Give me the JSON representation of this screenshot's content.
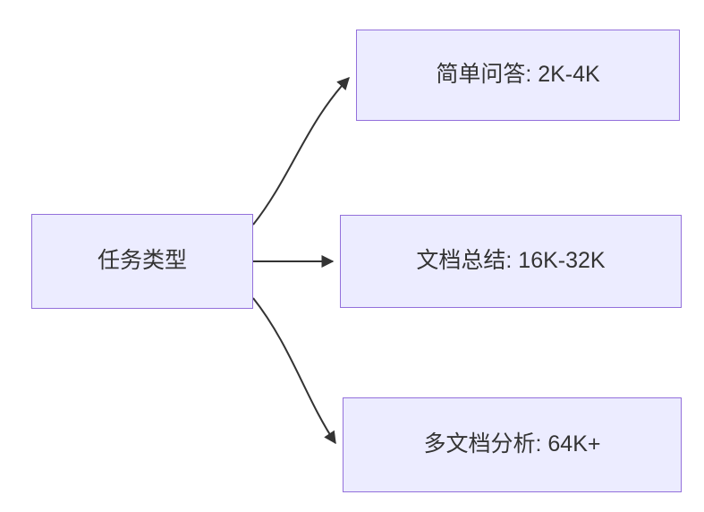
{
  "diagram": {
    "type": "flowchart",
    "direction": "left-to-right",
    "root": {
      "label": "任务类型"
    },
    "nodes": [
      {
        "id": "top",
        "label": "简单问答: 2K-4K"
      },
      {
        "id": "middle",
        "label": "文档总结: 16K-32K"
      },
      {
        "id": "bottom",
        "label": "多文档分析: 64K+"
      }
    ],
    "edges": [
      {
        "from": "任务类型",
        "to": "简单问答: 2K-4K"
      },
      {
        "from": "任务类型",
        "to": "文档总结: 16K-32K"
      },
      {
        "from": "任务类型",
        "to": "多文档分析: 64K+"
      }
    ],
    "colors": {
      "node_fill": "#ECECFF",
      "node_border": "#9370DB",
      "text": "#333333",
      "arrow": "#333333",
      "background": "#ffffff"
    }
  }
}
